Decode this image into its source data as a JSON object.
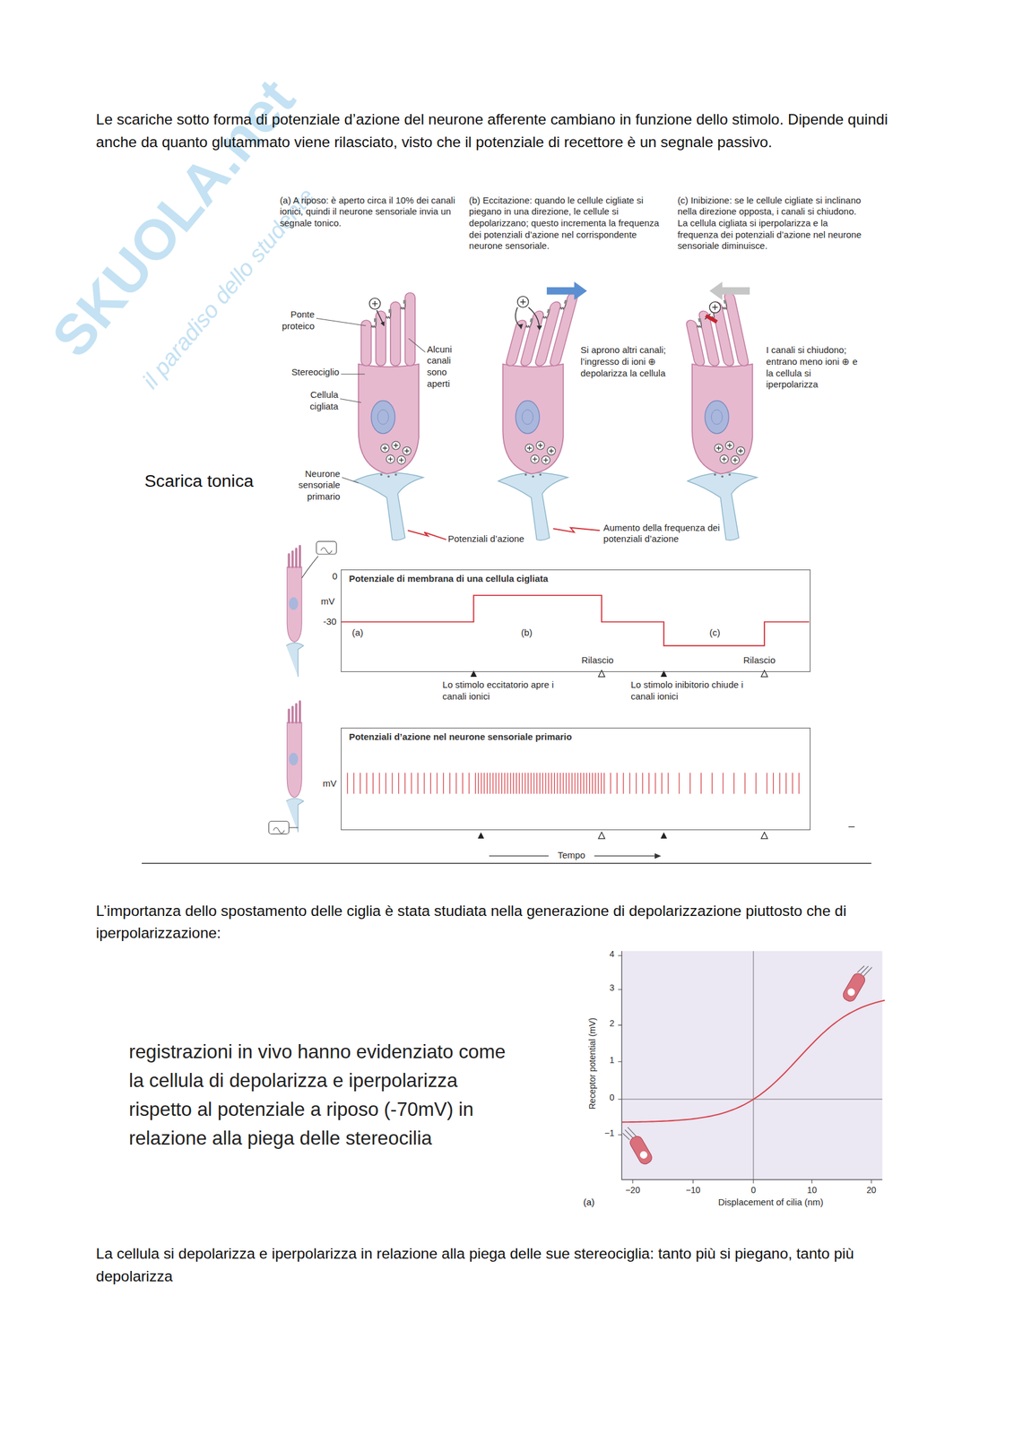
{
  "diagram": {
    "nodes": [
      {
        "text": [
          "Potenziale di membrana di una cellula cigliata"
        ]
      },
      {
        "text": [
          "Potenziali d’azione nel neurone sensoriale primario"
        ]
      }
    ],
    "labels": [
      "Le scariche sotto forma di potenziale d’azione del neurone afferente cambiano in funzione dello stimolo. Dipende quindi anche da quanto glutammato viene rilasciato, visto che il potenziale di recettore è un segnale passivo.",
      "(a) A riposo: è aperto circa il 10% dei canali ionici, quindi il neurone sensoriale invia un segnale tonico.",
      "(b) Eccitazione: quando le cellule cigliate si piegano in una direzione, le cellule si depolarizzano; questo incrementa la frequenza dei potenziali d’azione nel corrispondente neurone sensoriale.",
      "(c) Inibizione: se le cellule cigliate si inclinano nella direzione opposta, i canali si chiudono. La cellula cigliata si iperpolarizza e la frequenza dei potenziali d’azione nel neurone sensoriale diminuisce.",
      "Ponte proteico",
      "Stereociglio",
      "Cellula cigliata",
      "Alcuni canali sono aperti",
      "Neurone sensoriale primario",
      "Scarica tonica",
      "Potenziali d’azione",
      "Si aprono altri canali; l’ingresso di ioni ⊕ depolarizza la cellula",
      "Aumento della frequenza dei potenziali d’azione",
      "I canali si chiudono; entrano meno ioni ⊕ e la cellula si iperpolarizza",
      "0",
      "mV",
      "-30",
      "(a)",
      "(b)",
      "(c)",
      "Rilascio",
      "Rilascio",
      "Lo stimolo eccitatorio apre i canali ionici",
      "Lo stimolo inibitorio chiude i canali ionici",
      "mV",
      "Tempo",
      "–",
      "L’importanza dello spostamento delle ciglia è stata studiata nella generazione di depolarizzazione piuttosto che di iperpolarizzazione:",
      "registrazioni in vivo hanno evidenziato come la cellula di depolarizza e iperpolarizza rispetto al potenziale a riposo (-70mV) in relazione alla piega delle stereocilia",
      "4",
      "3",
      "2",
      "1",
      "0",
      "−1",
      "Receptor potential (mV)",
      "−20",
      "−10",
      "0",
      "10",
      "20",
      "Displacement of cilia (nm)",
      "(a)",
      "La cellula si depolarizza e iperpolarizza in relazione alla piega delle sue stereociglia: tanto più si piegano, tanto più depolarizza",
      "SKUOLA.net",
      "il paradiso dello studente"
    ]
  }
}
